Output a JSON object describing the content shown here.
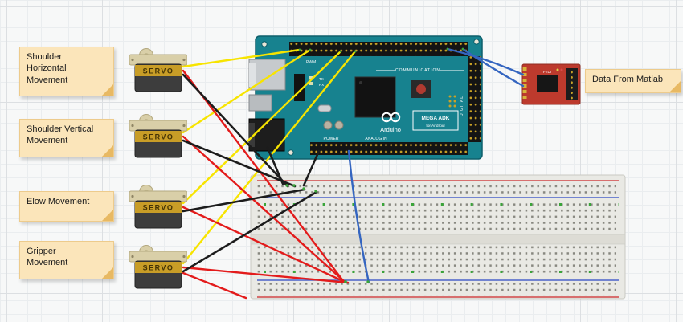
{
  "notes": {
    "shoulder_horizontal": "Shoulder\nHorizontal\nMovement",
    "shoulder_vertical": "Shoulder Vertical\nMovement",
    "elbow": "Elow Movement",
    "gripper": "Gripper\nMovement",
    "matlab": "Data From Matlab"
  },
  "servo": {
    "label": "SERVO"
  },
  "arduino": {
    "brand": "Arduino",
    "model": "MEGA ADK",
    "model_sub": "for Android",
    "labels": {
      "communication": "COMMUNICATION",
      "digital": "DIGITAL",
      "analog_in": "ANALOG IN",
      "power": "POWER",
      "pwm": "PWM",
      "tx": "TX",
      "rx": "RX"
    }
  },
  "ftdi": {
    "label": "FTDI"
  },
  "colors": {
    "wire_yellow": "#f7e400",
    "wire_red": "#e31b1b",
    "wire_black": "#1c1c1c",
    "wire_blue": "#3465c0",
    "board_teal": "#17828f",
    "ftdi_red": "#bd3a2d",
    "note_bg": "#fbe5ba",
    "note_fold": "#e8b963",
    "servo_gold": "#c89d27",
    "breadboard_body": "#e9e9e4",
    "rail_red": "#d14747",
    "rail_blue": "#4a62c9"
  }
}
